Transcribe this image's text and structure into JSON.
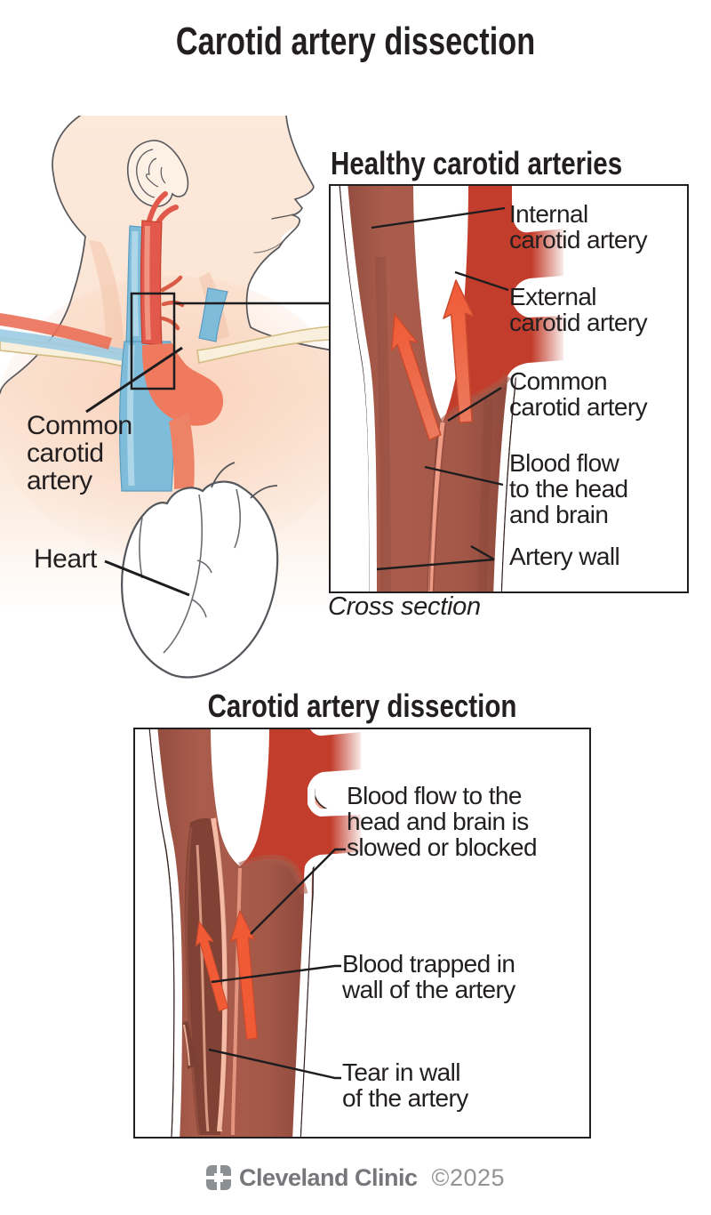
{
  "title": "Carotid artery dissection",
  "person": {
    "labels": {
      "common_carotid": "Common\ncarotid\nartery",
      "heart": "Heart"
    }
  },
  "healthy": {
    "heading": "Healthy carotid arteries",
    "caption": "Cross section",
    "labels": {
      "internal": "Internal\ncarotid artery",
      "external": "External\ncarotid artery",
      "common": "Common\ncarotid artery",
      "blood_flow": "Blood flow\nto the head\nand brain",
      "artery_wall": "Artery wall"
    }
  },
  "dissection": {
    "heading": "Carotid artery dissection",
    "labels": {
      "blood_flow_blocked": "Blood flow to the\nhead and brain is\nslowed or blocked",
      "blood_trapped": "Blood trapped in\nwall of the artery",
      "tear": "Tear in wall\nof the artery"
    }
  },
  "footer": {
    "brand": "Cleveland Clinic",
    "copyright": "©2025"
  },
  "icons": {
    "logo": "cleveland-clinic-logo"
  },
  "colors": {
    "text": "#231f20",
    "artery_wall_salmon": "#f2a390",
    "artery_lining_pale": "#f8c7b4",
    "artery_interior_brick": "#a85a49",
    "artery_lumen_dark_red": "#c33d2c",
    "trapped_blood": "#7c4034",
    "blood_flow_arrow": "#ef6140",
    "carotid_red": "#e2584a",
    "vein_blue": "#7fbcda",
    "skin": "#fbe3d3",
    "bone_cream": "#f8f0dc",
    "logo_gray": "#8d9093"
  }
}
